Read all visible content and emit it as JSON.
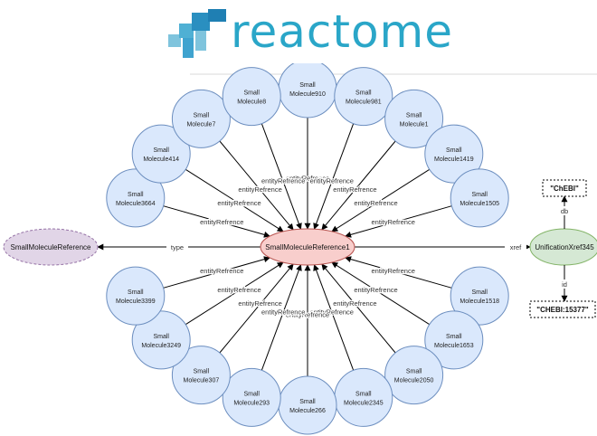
{
  "logo": {
    "wordmark": "reactome"
  },
  "center": {
    "label": "SmallMoleculeReference1"
  },
  "type_node": {
    "label": "SmallMoleculeReference"
  },
  "type_edge": {
    "label": "type"
  },
  "xref_node": {
    "label": "UnificationXref345"
  },
  "xref_edge": {
    "label": "xref"
  },
  "db_box": {
    "label": "\"ChEBI\""
  },
  "db_edge": {
    "label": "db"
  },
  "id_box": {
    "label": "\"CHEBI:15377\""
  },
  "id_edge": {
    "label": "id"
  },
  "entity_edge_label": "entityRefrence",
  "molecules": [
    {
      "line1": "Small",
      "line2": "Molecule910"
    },
    {
      "line1": "Small",
      "line2": "Molecule981"
    },
    {
      "line1": "Small",
      "line2": "Molecule1"
    },
    {
      "line1": "Small",
      "line2": "Molecule1419"
    },
    {
      "line1": "Small",
      "line2": "Molecule1505"
    },
    {
      "line1": "Small",
      "line2": "Molecule1518"
    },
    {
      "line1": "Small",
      "line2": "Molecule1653"
    },
    {
      "line1": "Small",
      "line2": "Molecule2050"
    },
    {
      "line1": "Small",
      "line2": "Molecule2345"
    },
    {
      "line1": "Small",
      "line2": "Molecule266"
    },
    {
      "line1": "Small",
      "line2": "Molecule293"
    },
    {
      "line1": "Small",
      "line2": "Molecule307"
    },
    {
      "line1": "Small",
      "line2": "Molecule3249"
    },
    {
      "line1": "Small",
      "line2": "Molecule3399"
    },
    {
      "line1": "Small",
      "line2": "Molecule3664"
    },
    {
      "line1": "Small",
      "line2": "Molecule414"
    },
    {
      "line1": "Small",
      "line2": "Molecule7"
    },
    {
      "line1": "Small",
      "line2": "Molecule8"
    }
  ],
  "colors": {
    "molecule_fill": "#dae8fc",
    "molecule_stroke": "#6c8ebf",
    "center_fill": "#f8cecc",
    "center_stroke": "#b85450",
    "type_fill": "#e1d5e7",
    "type_stroke": "#9673a6",
    "xref_fill": "#d5e8d4",
    "xref_stroke": "#82b366",
    "logo": "#2aa6c8"
  }
}
